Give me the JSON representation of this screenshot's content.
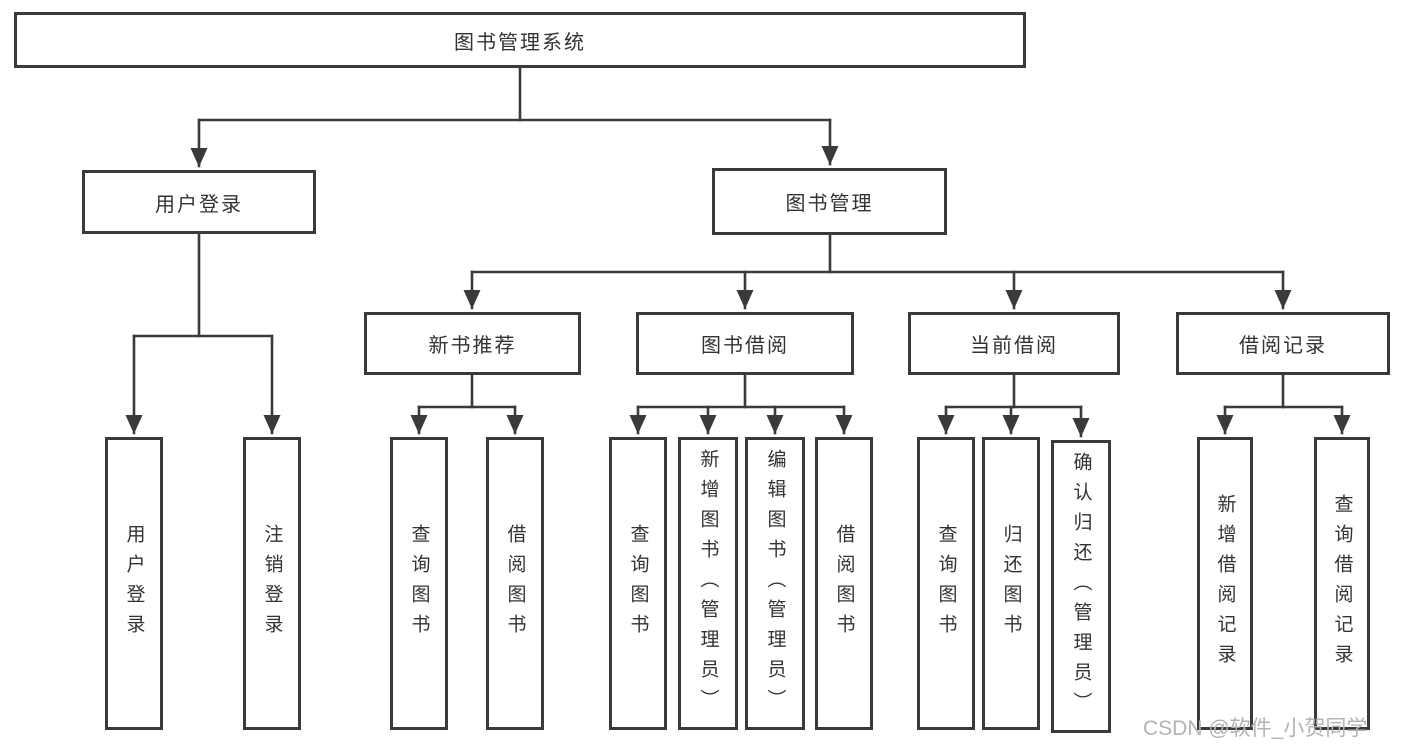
{
  "diagram": {
    "root": {
      "label": "图书管理系统"
    },
    "branches": [
      {
        "label": "用户登录",
        "children": [
          {
            "label": "用户登录"
          },
          {
            "label": "注销登录"
          }
        ]
      },
      {
        "label": "图书管理",
        "children": [
          {
            "label": "新书推荐",
            "children": [
              {
                "label": "查询图书"
              },
              {
                "label": "借阅图书"
              }
            ]
          },
          {
            "label": "图书借阅",
            "children": [
              {
                "label": "查询图书"
              },
              {
                "label": "新增图书（管理员）"
              },
              {
                "label": "编辑图书（管理员）"
              },
              {
                "label": "借阅图书"
              }
            ]
          },
          {
            "label": "当前借阅",
            "children": [
              {
                "label": "查询图书"
              },
              {
                "label": "归还图书"
              },
              {
                "label": "确认归还（管理员）"
              }
            ]
          },
          {
            "label": "借阅记录",
            "children": [
              {
                "label": "新增借阅记录"
              },
              {
                "label": "查询借阅记录"
              }
            ]
          }
        ]
      }
    ]
  },
  "watermark": {
    "text": "CSDN @软件_小贺同学"
  },
  "colors": {
    "line": "#3a3a3a",
    "box_border": "#3a3a3a",
    "text": "#333333",
    "watermark": "#b3b3b3",
    "background": "#ffffff"
  }
}
